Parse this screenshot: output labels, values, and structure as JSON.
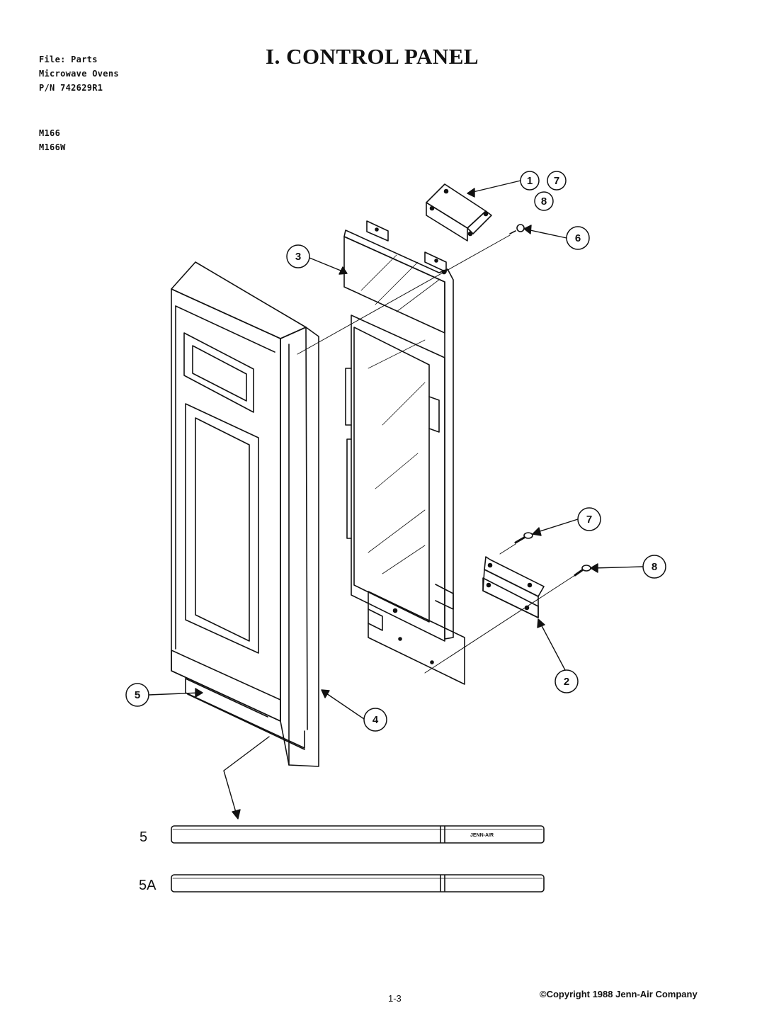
{
  "header": {
    "file_line": "File: Parts",
    "category_line": "Microwave Ovens",
    "part_number_line": "P/N 742629R1",
    "model_1": "M166",
    "model_2": "M166W",
    "title": "I. CONTROL PANEL"
  },
  "callouts": {
    "c1": "1",
    "c7a": "7",
    "c8a": "8",
    "c6": "6",
    "c3": "3",
    "c7b": "7",
    "c8b": "8",
    "c2": "2",
    "c5": "5",
    "c4": "4"
  },
  "strips": {
    "strip_5_label": "5",
    "strip_5a_label": "5A",
    "brand_mark": "JENN-AIR"
  },
  "footer": {
    "page_number": "1-3",
    "copyright": "©Copyright 1988 Jenn-Air Company"
  }
}
